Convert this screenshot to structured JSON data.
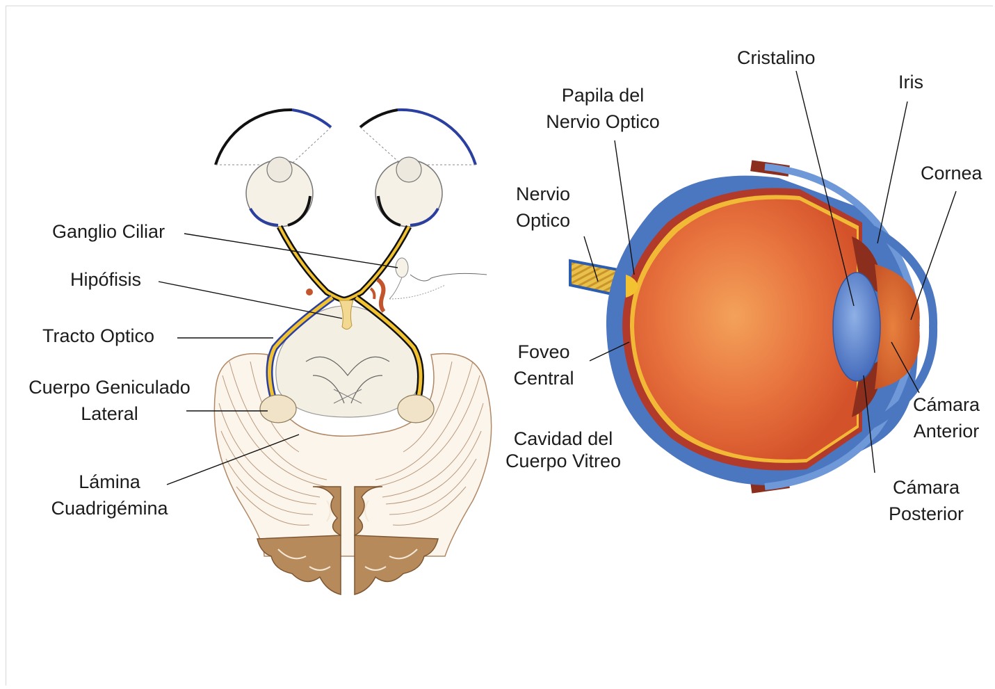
{
  "colors": {
    "nerve_yellow": "#f2c230",
    "nerve_blue": "#2a3f9e",
    "sclera_blue": "#4c79c0",
    "retina_red": "#e66a3a",
    "lens_blue": "#5e86cf",
    "brain_brown": "#a97a52"
  },
  "left_diagram": {
    "labels": {
      "ganglio_ciliar": "Ganglio Ciliar",
      "hipofisis": "Hipófisis",
      "tracto_optico": "Tracto Optico",
      "cuerpo_geniculado_1": "Cuerpo Geniculado",
      "cuerpo_geniculado_2": "Lateral",
      "lamina_1": "Lámina",
      "lamina_2": "Cuadrigémina"
    }
  },
  "right_diagram": {
    "labels": {
      "cristalino": "Cristalino",
      "iris": "Iris",
      "papila_1": "Papila del",
      "papila_2": "Nervio Optico",
      "cornea": "Cornea",
      "nervio_1": "Nervio",
      "nervio_2": "Optico",
      "foveo_1": "Foveo",
      "foveo_2": "Central",
      "camara_ant_1": "Cámara",
      "camara_ant_2": "Anterior",
      "cavidad_1": "Cavidad del",
      "cavidad_2": "Cuerpo Vitreo",
      "camara_post_1": "Cámara",
      "camara_post_2": "Posterior"
    }
  }
}
